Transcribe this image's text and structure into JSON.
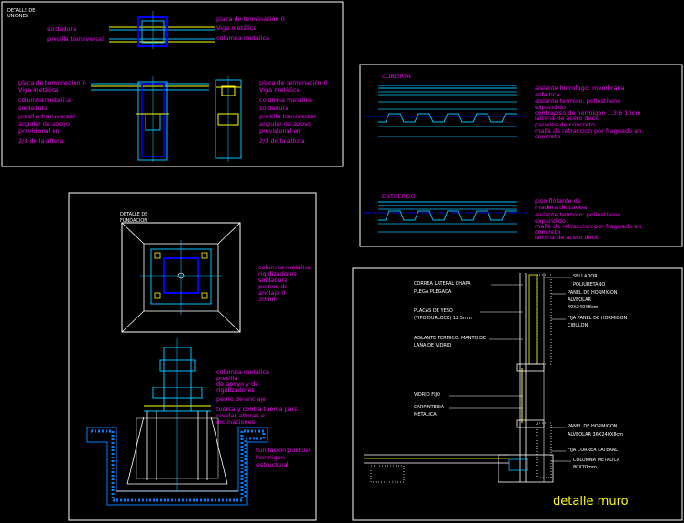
{
  "colors": {
    "background": "#000000",
    "frame": "#ffffff",
    "note": "#ff00ff",
    "steel": "#00bfff",
    "plate": "#ffff00",
    "concrete": "#0080ff",
    "title": "#ffff00"
  },
  "union": {
    "heading": "DETALLE DE\nUNIONES",
    "top_left": [
      "soldadura",
      "presilla transversal"
    ],
    "top_right": [
      "placa de terminación 0",
      "Viga metálica",
      "columna metalica"
    ],
    "left_notes": [
      "placa de terminación 0",
      "Viga metálica",
      "columna metalica",
      "soldadura",
      "presilla transversal",
      "angular de apoyo",
      "provisional en",
      "2/3 de la altura"
    ],
    "right_notes": [
      "placa de terminación 0",
      "Viga metálica",
      "columna metalica",
      "soldadura",
      "presilla transversal",
      "angular de apoyo",
      "provisional en",
      "2/3 de la altura"
    ]
  },
  "cubierta": {
    "label": "CUBIERTA",
    "notes": [
      "aislante hidrofugo: membrana",
      "asfaltica",
      "aislante termico: poliestileno",
      "expandido",
      "contrapiso de hormigon 1:3:6 10cm",
      "lamina de acero deck",
      "paneles de concreto",
      "malla de retraccion por fraguado en",
      "concreto"
    ]
  },
  "entrepiso": {
    "label": "ENTREPISO",
    "notes": [
      "piso flotante de",
      "madera de caoba",
      "aislante termico: poliestileno",
      "expandido",
      "malla de retraccion por fraguado en",
      "concreto",
      "lamina de acero deck"
    ]
  },
  "fundacion": {
    "heading": "DETALLE DE\nFUNDACION",
    "notes_top": [
      "columna metalica",
      "rigidizadores",
      "soldadura",
      "pernos de",
      "anclaje 0",
      "30mm"
    ],
    "notes_bottom": [
      "columna metalica",
      "presilla",
      "de apoyo y de",
      "rigidizadores",
      "perno de anclaje",
      "tuerca y contra tuerca para",
      "nivelar alturas e",
      "inclinaciones",
      "fundacion puntual",
      "hormigon",
      "estructural"
    ]
  },
  "muro": {
    "title": "detalle muro",
    "left_notes": [
      "CORREA LATERAL CHAPA",
      "PLEGA PLEGADA",
      "PLACAS DE YESO",
      "(TIPO DURLOCK) 12.5mm",
      "AISLANTE TERMICO: MANTO DE",
      "LANA DE VIDRIO",
      "VIDRIO FIJO",
      "CARPINTERIA",
      "METALICA"
    ],
    "right_notes": [
      "SELLADOR",
      "POLIURETANO",
      "PANEL DE HORMIGON",
      "ALVEOLAR",
      "40X240X8cm",
      "FIJA PANEL DE HORMIGON",
      "CIBULON",
      "PANEL DE HORMIGON",
      "ALVEOLAR 36X240X8cm",
      "FIJA CORREA LATERAL",
      "COLUMNA METALICA",
      "80X70mm"
    ]
  }
}
